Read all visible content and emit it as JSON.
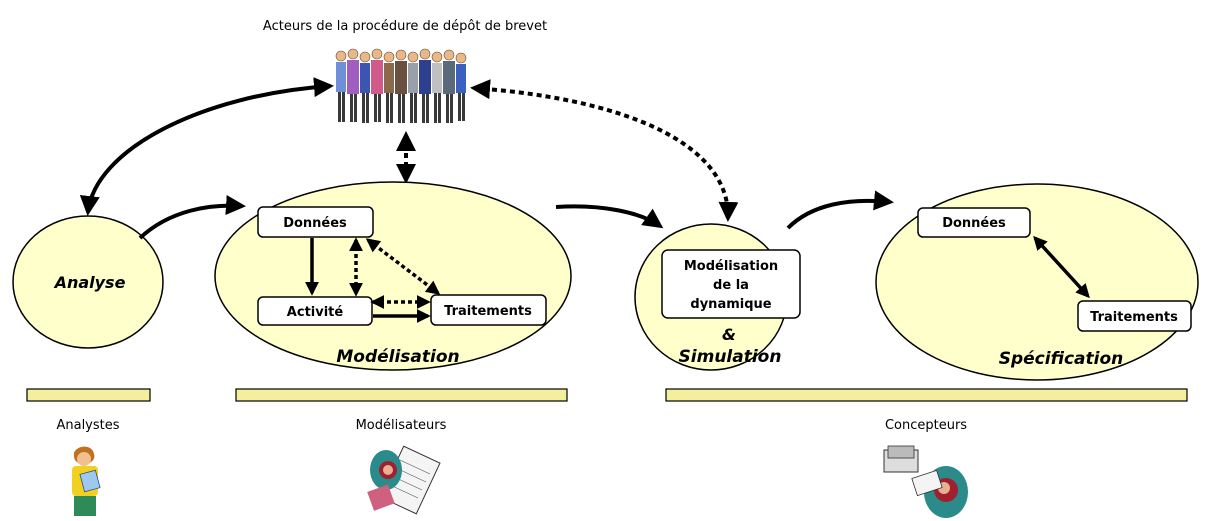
{
  "title": "Acteurs de la procédure de dépôt de brevet",
  "phases": {
    "analyse": "Analyse",
    "modelisation": "Modélisation",
    "simulation_amp": "&",
    "simulation": "Simulation",
    "specification": "Spécification"
  },
  "boxes": {
    "mod_donnees": "Données",
    "mod_activite": "Activité",
    "mod_traitements": "Traitements",
    "sim_line1": "Modélisation",
    "sim_line2": "de la",
    "sim_line3": "dynamique",
    "spec_donnees": "Données",
    "spec_traitements": "Traitements"
  },
  "roles": {
    "analystes": "Analystes",
    "modelisateurs": "Modélisateurs",
    "concepteurs": "Concepteurs"
  },
  "colors": {
    "ellipse_fill": "#ffffcc",
    "bar_fill": "#f3ef9c",
    "stroke": "#000000"
  },
  "icons": {
    "crowd": "people-crowd-icon",
    "analyst": "analyst-person-icon",
    "modeler": "modeler-desk-icon",
    "designer": "designer-desk-icon"
  }
}
